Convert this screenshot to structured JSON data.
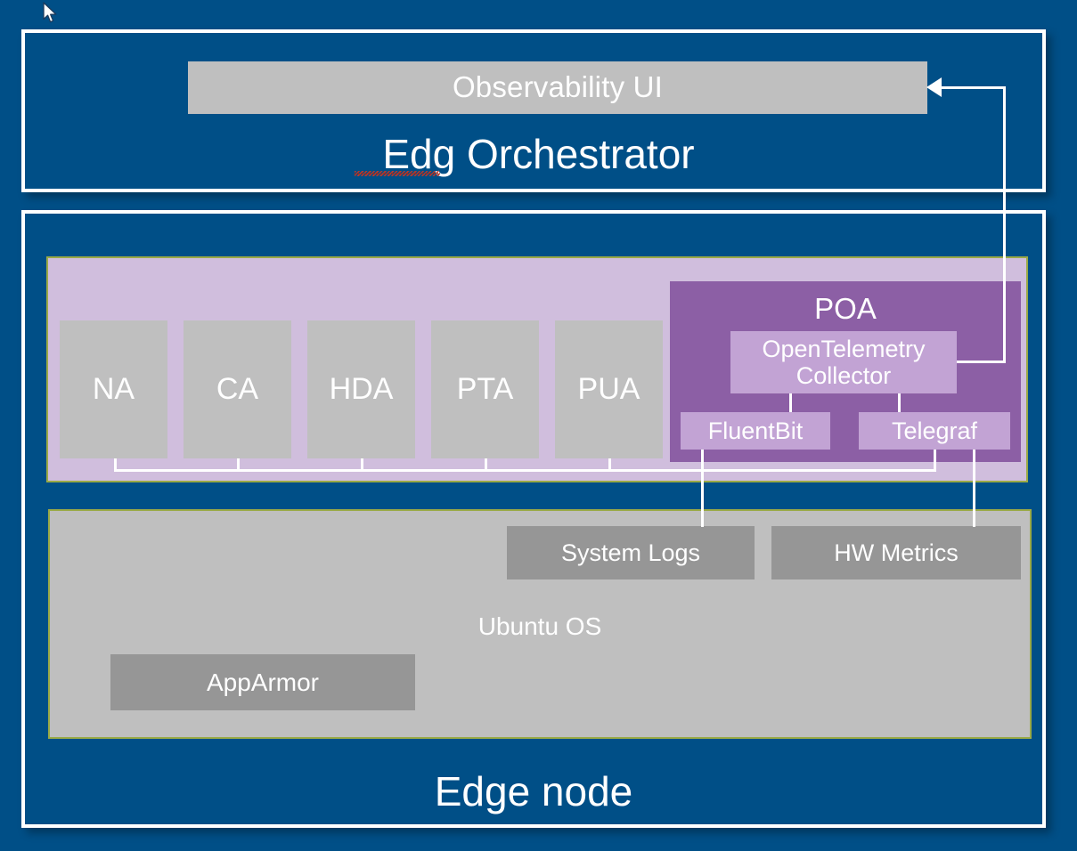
{
  "diagram": {
    "background_color": "#004f87",
    "accent_border_color": "#9aaa46",
    "purple_dark": "#8c5fa5",
    "purple_light": "#c2a3d4",
    "lavender_band": "#d0bedd",
    "gray_light": "#bfbfbf",
    "gray_mid": "#969696",
    "line_color": "#ffffff"
  },
  "orchestrator_panel": {
    "title": "Edg Orchestrator",
    "title_misspelled_word": "Edg",
    "observability_ui": "Observability UI"
  },
  "edge_node_panel": {
    "title": "Edge node",
    "agents": [
      {
        "label": "NA"
      },
      {
        "label": "CA"
      },
      {
        "label": "HDA"
      },
      {
        "label": "PTA"
      },
      {
        "label": "PUA"
      }
    ],
    "poa": {
      "title": "POA",
      "otel_collector": "OpenTelemetry Collector",
      "fluentbit": "FluentBit",
      "telegraf": "Telegraf"
    },
    "os": {
      "label": "Ubuntu OS",
      "apparmor": "AppArmor",
      "system_logs": "System Logs",
      "hw_metrics": "HW Metrics"
    }
  },
  "pointer": {
    "icon": "mouse-cursor-arrow"
  }
}
